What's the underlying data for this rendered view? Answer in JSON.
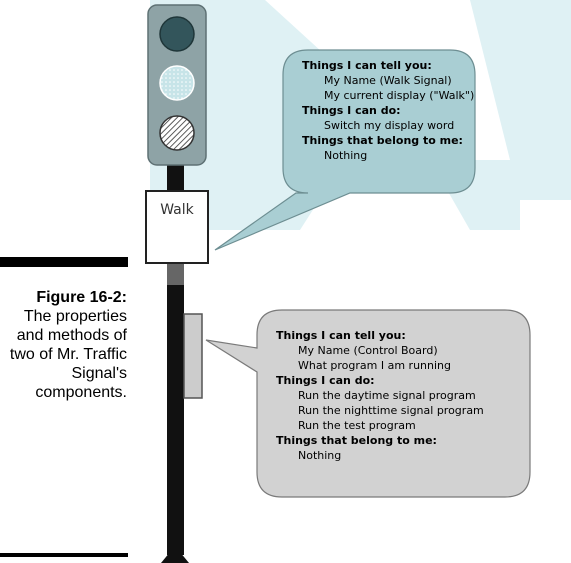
{
  "figure": {
    "label": "Figure 16-2:",
    "caption": "The properties and methods of two of Mr. Traffic Signal's components."
  },
  "walk_sign": {
    "text": "Walk"
  },
  "walk_bubble": {
    "heading_tell": "Things I can tell you:",
    "tell_items": [
      "My Name (Walk Signal)",
      "My current display (\"Walk\")"
    ],
    "heading_do": "Things I can do:",
    "do_items": [
      "Switch my display word"
    ],
    "heading_belong": "Things that belong to me:",
    "belong_items": [
      "Nothing"
    ]
  },
  "control_bubble": {
    "heading_tell": "Things I can tell you:",
    "tell_items": [
      "My Name (Control Board)",
      "What program I am running"
    ],
    "heading_do": "Things I can do:",
    "do_items": [
      "Run the daytime signal program",
      "Run the nighttime signal program",
      "Run the test program"
    ],
    "heading_belong": "Things that belong to me:",
    "belong_items": [
      "Nothing"
    ]
  },
  "colors": {
    "walk_bubble_fill": "#a9ced3",
    "control_bubble_fill": "#d2d2d2",
    "background_shape": "#dff1f4",
    "signal_housing": "#8ea3a6",
    "pole": "#111111"
  }
}
